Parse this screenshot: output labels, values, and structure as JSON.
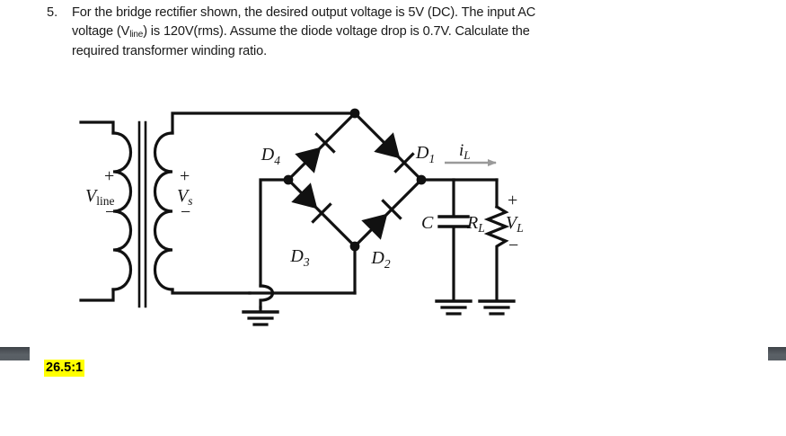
{
  "question": {
    "number": "5.",
    "lines": [
      "For the bridge rectifier shown, the desired output voltage is 5V (DC). The input AC",
      "voltage (V|line) is 120V(rms). Assume the diode voltage drop is 0.7V. Calculate the",
      "required transformer winding ratio."
    ],
    "line1": "For the bridge rectifier shown, the desired output voltage is 5V (DC). The input AC",
    "line2_pre": "voltage (V",
    "line2_sub": "line",
    "line2_post": ") is 120V(rms). Assume the diode voltage drop is 0.7V. Calculate the",
    "line3": "required transformer winding ratio."
  },
  "circuit": {
    "title": "bridge-rectifier-with-transformer",
    "labels": {
      "v_line": "V",
      "v_line_sub": "line",
      "v_s": "V",
      "v_s_sub": "s",
      "primary_plus": "+",
      "primary_minus": "−",
      "secondary_plus": "+",
      "secondary_minus": "−",
      "d1": "D",
      "d1_sub": "1",
      "d2": "D",
      "d2_sub": "2",
      "d3": "D",
      "d3_sub": "3",
      "d4": "D",
      "d4_sub": "4",
      "i_load": "i",
      "i_load_sub": "L",
      "capacitor": "C",
      "resistor": "R",
      "resistor_sub": "L",
      "v_load": "V",
      "v_load_sub": "L",
      "load_plus": "+",
      "load_minus": "−"
    },
    "colors": {
      "wire": "#111111",
      "current_arrow": "#9a9a9a",
      "label": "#141414"
    }
  },
  "answer": {
    "text": "26.5:1",
    "highlight_color": "#ffff00",
    "text_color": "#000000"
  },
  "edge_bars": {
    "color": "#565c62"
  }
}
